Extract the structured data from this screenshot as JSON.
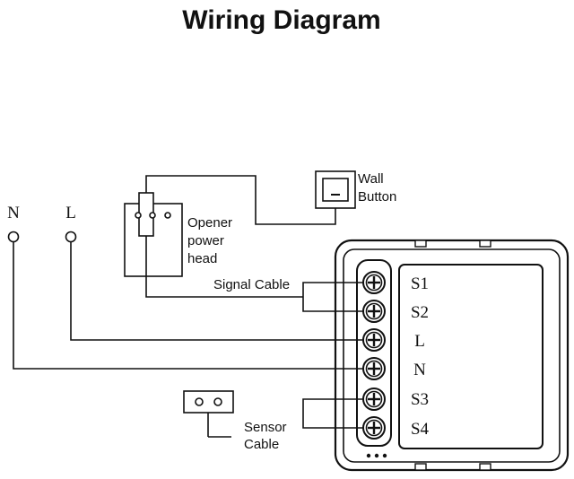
{
  "title": "Wiring Diagram",
  "supply_terminals": {
    "neutral": "N",
    "live": "L"
  },
  "devices": {
    "opener": [
      "Opener",
      "power",
      "head"
    ],
    "wall_button": [
      "Wall",
      "Button"
    ]
  },
  "cable_labels": {
    "signal": "Signal Cable",
    "sensor": [
      "Sensor",
      "Cable"
    ]
  },
  "module_terminals": [
    "S1",
    "S2",
    "L",
    "N",
    "S3",
    "S4"
  ]
}
